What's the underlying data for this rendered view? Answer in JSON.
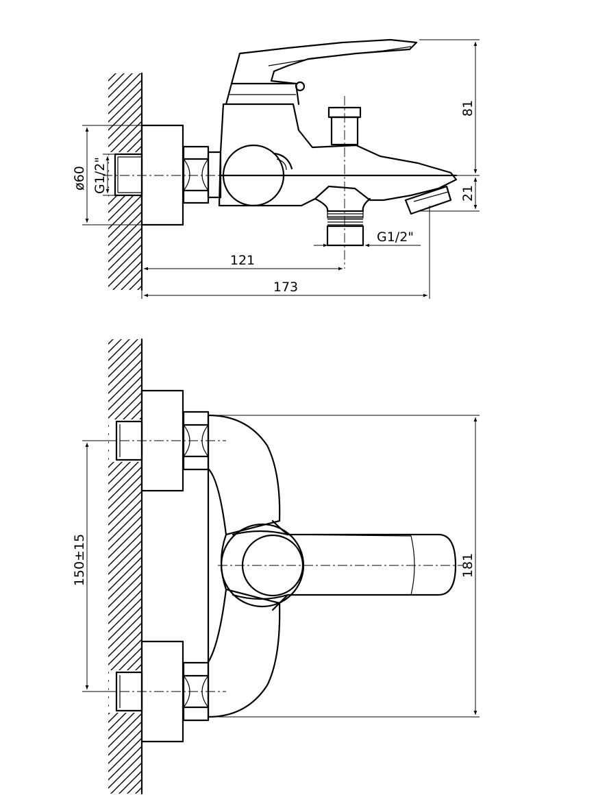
{
  "views": {
    "side": {
      "dimensions": {
        "diameter": "ø60",
        "inlet_thread": "G1/2\"",
        "outlet_thread": "G1/2\"",
        "height_top": "81",
        "height_spout": "21",
        "length_outlet": "121",
        "length_total": "173"
      }
    },
    "front": {
      "dimensions": {
        "centres": "150±15",
        "height": "181"
      }
    }
  }
}
